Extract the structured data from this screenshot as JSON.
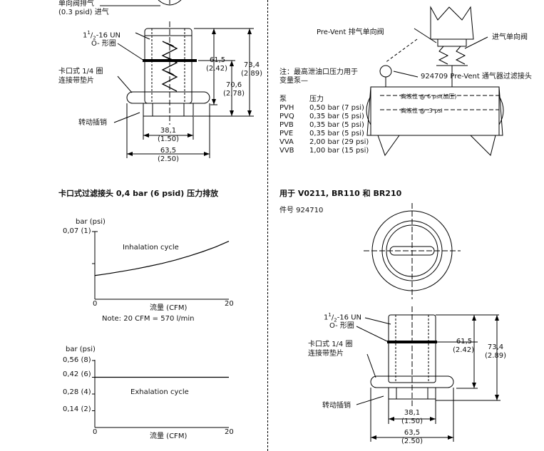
{
  "left_top": {
    "valve_label_line1": "单向阀排气",
    "valve_label_line2": "(0.3 psid) 进气",
    "thread_label": "11/2-16 UN",
    "thread_label_a": "1",
    "thread_label_b": "1",
    "thread_label_c": "/",
    "thread_label_d": "2",
    "thread_label_e": "-16 UN",
    "oring_label": "O- 形圈",
    "clamp_label_line1_a": "卡口式 ",
    "clamp_label_line1_frac": "1/4",
    "clamp_label_line1_b": " 圈",
    "clamp_label_line2": "连接带垫片",
    "pin_label": "转动插销",
    "dim_615": "61,5",
    "dim_615_in": "(2.42)",
    "dim_734": "73,4",
    "dim_734_in": "(2.89)",
    "dim_706": "70,6",
    "dim_706_in": "(2,78)",
    "dim_381": "38,1",
    "dim_381_in": "(1.50)",
    "dim_635": "63,5",
    "dim_635_in": "(2.50)"
  },
  "right_top": {
    "prevent_valve": "Pre-Vent 排气单向阀",
    "inlet_valve": "进气单向阀",
    "note_line1": "注：最高泄油口压力用于",
    "note_line2": "变量泵",
    "fitting_label": "924709 Pre-Vent 通气器过滤接头",
    "high_level_1": "高液位 @ 6 psi(加压)",
    "high_level_2": "高液位 @ .3 psi",
    "pump_header": "泵",
    "pressure_header": "压力",
    "pumps": [
      {
        "name": "PVH",
        "pressure": "0,50 bar (7 psi)"
      },
      {
        "name": "PVQ",
        "pressure": "0,35 bar (5 psi)"
      },
      {
        "name": "PVB",
        "pressure": "0,35 bar (5 psi)"
      },
      {
        "name": "PVE",
        "pressure": "0,35 bar (5 psi)"
      },
      {
        "name": "VVA",
        "pressure": "2,00 bar (29 psi)"
      },
      {
        "name": "VVB",
        "pressure": "1,00 bar (15 psi)"
      }
    ]
  },
  "left_bottom": {
    "section_title": "卡口式过滤接头  0,4 bar (6 psid) 压力排放",
    "note": "Note: 20 CFM = 570 l/min"
  },
  "right_bottom": {
    "section_title": "用于  V0211, BR110 和  BR210",
    "part_number": "件号  924710",
    "thread_a": "1",
    "thread_b": "1",
    "thread_c": "/",
    "thread_d": "2",
    "thread_e": "-16 UN",
    "oring_label": "O- 形圈",
    "clamp_line1_a": "卡口式 ",
    "clamp_line1_frac": "1/4",
    "clamp_line1_b": " 圈",
    "clamp_line2": "连接带垫片",
    "pin_label": "转动插销",
    "dim_615": "61,5",
    "dim_615_in": "(2.42)",
    "dim_734": "73,4",
    "dim_734_in": "(2.89)",
    "dim_381": "38,1",
    "dim_381_in": "(1.50)",
    "dim_635": "63,5",
    "dim_635_in": "(2.50)"
  },
  "chart_data": [
    {
      "type": "line",
      "title": "",
      "xlabel": "流量 (CFM)",
      "ylabel": "bar (psi)",
      "xlim": [
        0,
        20
      ],
      "ylim": [
        0,
        0.07
      ],
      "x_ticks": [
        "0",
        "20"
      ],
      "y_ticks": [
        "0,07 (1)"
      ],
      "annotation": "Inhalation cycle",
      "series": [
        {
          "x": [
            0,
            2,
            4,
            6,
            8,
            10,
            12,
            14,
            16,
            18,
            20
          ],
          "y": [
            0.0245,
            0.0265,
            0.0288,
            0.0312,
            0.034,
            0.037,
            0.0405,
            0.0445,
            0.049,
            0.054,
            0.06
          ]
        }
      ]
    },
    {
      "type": "line",
      "title": "",
      "xlabel": "流量 (CFM)",
      "ylabel": "bar (psi)",
      "xlim": [
        0,
        20
      ],
      "ylim": [
        0,
        0.56
      ],
      "x_ticks": [
        "0",
        "20"
      ],
      "y_ticks": [
        "0,56 (8)",
        "0,42 (6)",
        "0,28 (4)",
        "0,14 (2)"
      ],
      "y_tick_values": [
        0.56,
        0.42,
        0.28,
        0.14
      ],
      "annotation": "Exhalation cycle",
      "series": [
        {
          "x": [
            0,
            20
          ],
          "y": [
            0.42,
            0.42
          ]
        }
      ]
    }
  ]
}
